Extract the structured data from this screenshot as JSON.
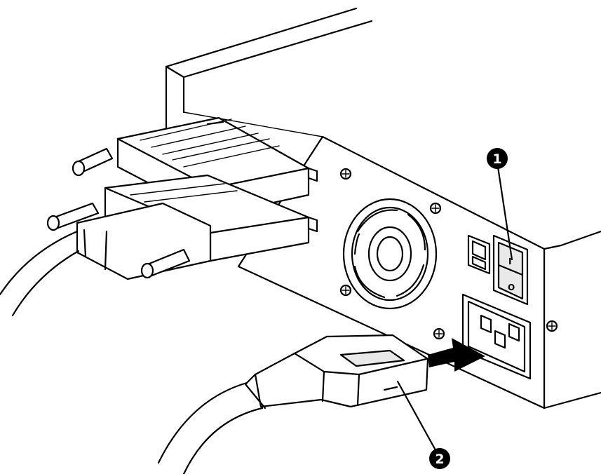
{
  "callouts": [
    {
      "id": "1",
      "label": "1",
      "target": "power-switch"
    },
    {
      "id": "2",
      "label": "2",
      "target": "power-cord-connector"
    }
  ],
  "power_switch": {
    "on_symbol": "I",
    "off_symbol": "O"
  },
  "colors": {
    "line": "#000000",
    "background": "#ffffff",
    "shade": "#e9e9e9",
    "callout_fill": "#000000",
    "callout_text": "#ffffff"
  },
  "icons": [
    "screw-icon",
    "arrow-icon",
    "fan-grille-icon"
  ]
}
